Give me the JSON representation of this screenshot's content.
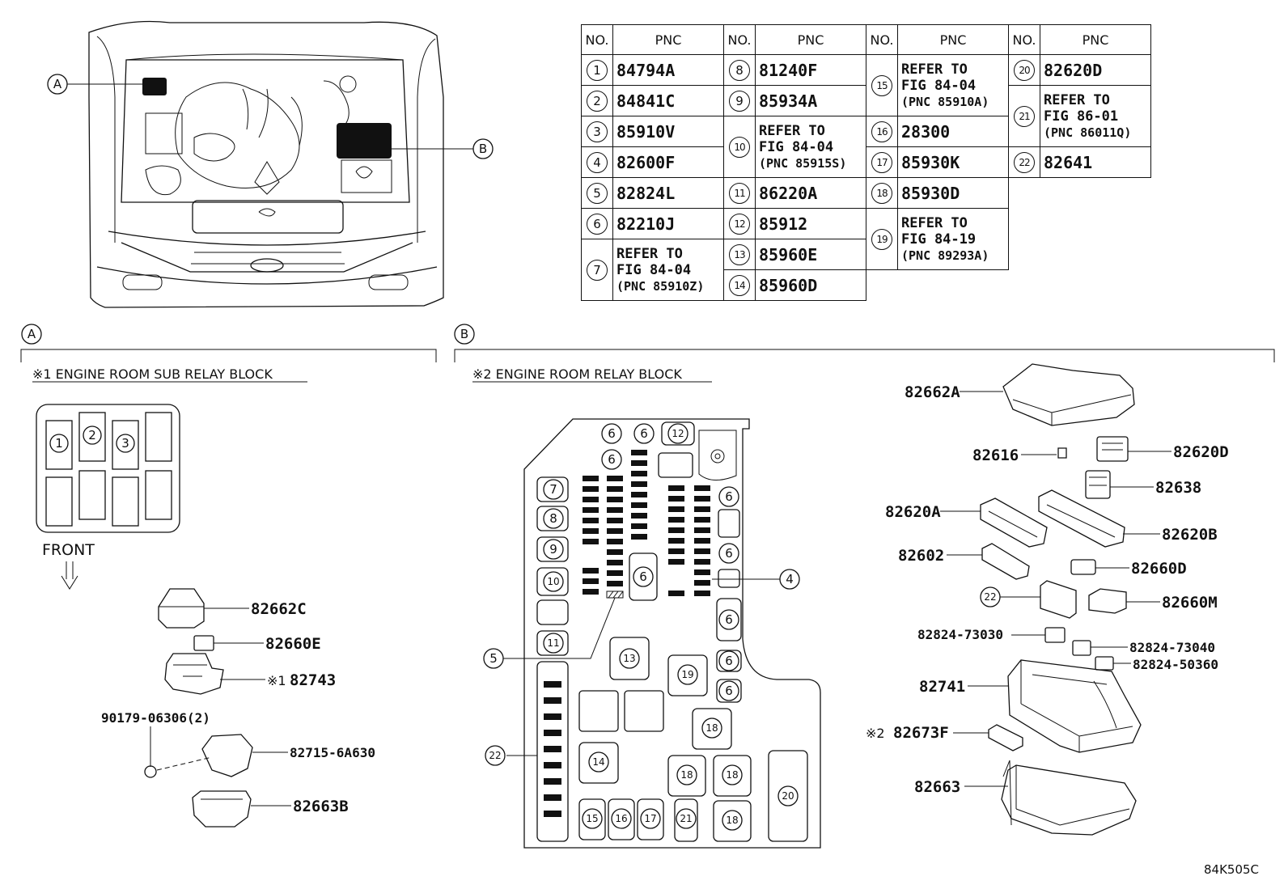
{
  "table": {
    "header_no": "NO.",
    "header_pnc": "PNC",
    "rows": [
      {
        "no": "1",
        "pnc": "84794A"
      },
      {
        "no": "2",
        "pnc": "84841C"
      },
      {
        "no": "3",
        "pnc": "85910V"
      },
      {
        "no": "4",
        "pnc": "82600F"
      },
      {
        "no": "5",
        "pnc": "82824L"
      },
      {
        "no": "6",
        "pnc": "82210J"
      },
      {
        "no": "7",
        "pnc": "REFER TO",
        "pnc2": "FIG 84-04",
        "pnc3": "(PNC 85910Z)"
      },
      {
        "no": "8",
        "pnc": "81240F"
      },
      {
        "no": "9",
        "pnc": "85934A"
      },
      {
        "no": "10",
        "pnc": "REFER TO",
        "pnc2": "FIG 84-04",
        "pnc3": "(PNC 85915S)"
      },
      {
        "no": "11",
        "pnc": "86220A"
      },
      {
        "no": "12",
        "pnc": "85912"
      },
      {
        "no": "13",
        "pnc": "85960E"
      },
      {
        "no": "14",
        "pnc": "85960D"
      },
      {
        "no": "15",
        "pnc": "REFER TO",
        "pnc2": "FIG 84-04",
        "pnc3": "(PNC 85910A)"
      },
      {
        "no": "16",
        "pnc": "28300"
      },
      {
        "no": "17",
        "pnc": "85930K"
      },
      {
        "no": "18",
        "pnc": "85930D"
      },
      {
        "no": "19",
        "pnc": "REFER TO",
        "pnc2": "FIG 84-19",
        "pnc3": "(PNC 89293A)"
      },
      {
        "no": "20",
        "pnc": "82620D"
      },
      {
        "no": "21",
        "pnc": "REFER TO",
        "pnc2": "FIG 86-01",
        "pnc3": "(PNC 86011Q)"
      },
      {
        "no": "22",
        "pnc": "82641"
      }
    ]
  },
  "overview": {
    "marker_a": "A",
    "marker_b": "B"
  },
  "section_a": {
    "marker": "A",
    "title": "※1 ENGINE ROOM SUB RELAY BLOCK",
    "front_label": "FRONT",
    "slots": [
      "1",
      "2",
      "3"
    ],
    "parts": {
      "p1": "82662C",
      "p2": "82660E",
      "p3_note": "※1",
      "p3": "82743",
      "p4": "90179-06306(2)",
      "p5": "82715-6A630",
      "p6": "82663B"
    }
  },
  "section_b": {
    "marker": "B",
    "title": "※2 ENGINE ROOM RELAY BLOCK",
    "parts": {
      "p1": "82662A",
      "p2": "82616",
      "p3": "82620D",
      "p4": "82638",
      "p5": "82620A",
      "p6": "82620B",
      "p7": "82602",
      "p8": "82660D",
      "p9_callout": "22",
      "p10": "82660M",
      "p11": "82824-73030",
      "p12": "82824-73040",
      "p13": "82824-50360",
      "p14": "82741",
      "p15_note": "※2",
      "p15": "82673F",
      "p16": "82663"
    }
  },
  "figure_code": "84K505C"
}
